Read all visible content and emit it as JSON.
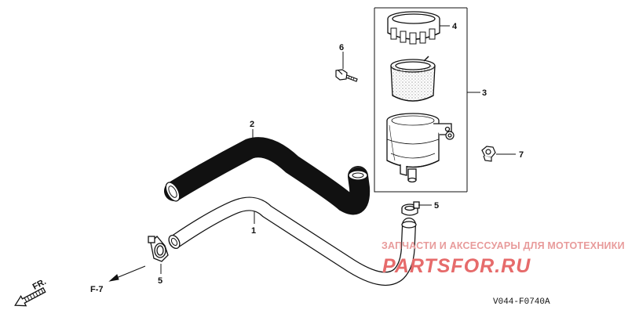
{
  "diagram": {
    "diagram_code": "V044-F0740A",
    "ref_label": "F-7",
    "direction_label": "FR."
  },
  "callouts": {
    "hose": "1",
    "corrugated_hose": "2",
    "reservoir_assembly": "3",
    "reservoir_cap": "4",
    "clip_lower": "5",
    "clip_right": "5",
    "bolt": "6",
    "nut": "7"
  },
  "watermark": {
    "tagline": "ЗАПЧАСТИ И АКСЕССУАРЫ ДЛЯ МОТОТЕХНИКИ",
    "logo": "PARTSFOR.RU"
  },
  "colors": {
    "line": "#111111",
    "watermark": "#e66b6b",
    "background": "#ffffff"
  }
}
